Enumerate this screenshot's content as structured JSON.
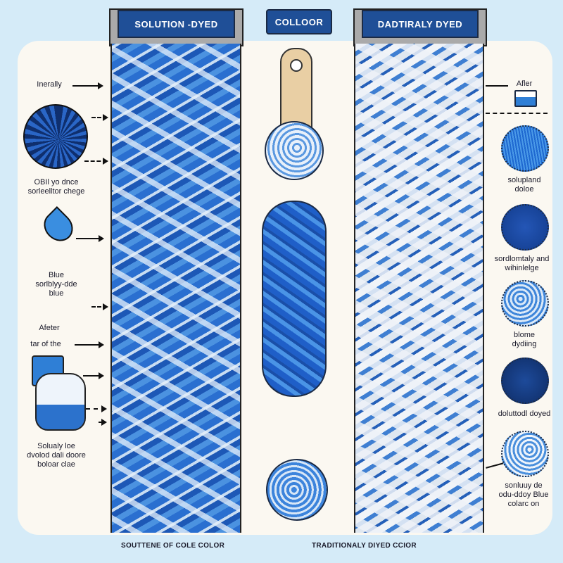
{
  "headers": {
    "left": "SOLUTION  -DYED",
    "center": "COLLOOR",
    "right": "DADTIRALY DYED"
  },
  "left_labels": {
    "arrow1": "Inerally",
    "yarn_caption": [
      "OBIl yo dnce",
      "sorleelltor chege"
    ],
    "drop_caption": [
      "Blue",
      "sorlblyy-dde",
      "blue"
    ],
    "after": "Afeter",
    "after_sub": "tar of the",
    "jar_caption": [
      "Solualy loe",
      "dvolod dali doore",
      "boloar clae"
    ]
  },
  "right_labels": {
    "after": "Afler",
    "swatches": [
      {
        "caption": [
          "solupland",
          "doloe"
        ],
        "color": "#2f7fdc"
      },
      {
        "caption": [
          "sordlomtaly and",
          "wihinlelge"
        ],
        "color": "#1e4fae"
      },
      {
        "caption": [
          "blome",
          "dydiing"
        ],
        "color": "#7fb0e6"
      },
      {
        "caption": [
          "doluttodl doyed"
        ],
        "color": "#173f85"
      },
      {
        "caption": [
          "sonluuy de",
          "odu-ddoy Blue",
          "colarc on"
        ],
        "color": "#9cc3ec"
      }
    ]
  },
  "bottom": {
    "left": "SOUTTENE OF COLE COLOR",
    "right": "TRADITIONALY DIYED CCIOR"
  },
  "colors": {
    "accent": "#1f4f97",
    "blue": "#2f74d3",
    "background": "#d5ebf8"
  }
}
